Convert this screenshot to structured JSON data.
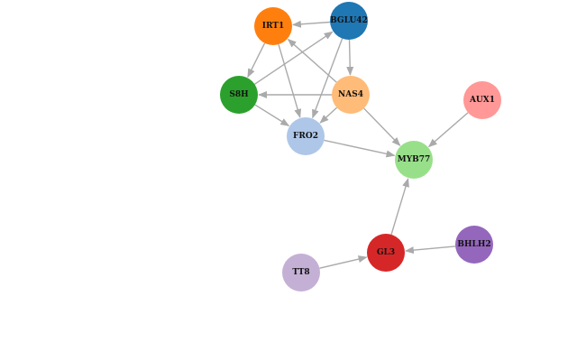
{
  "graph": {
    "nodes": [
      {
        "id": "IRT1",
        "label": "IRT1",
        "color": "#ff7f0e"
      },
      {
        "id": "BGLU42",
        "label": "BGLU42",
        "color": "#1f77b4"
      },
      {
        "id": "S8H",
        "label": "S8H",
        "color": "#2ca02c"
      },
      {
        "id": "NAS4",
        "label": "NAS4",
        "color": "#ffbb78"
      },
      {
        "id": "FRO2",
        "label": "FRO2",
        "color": "#aec7e8"
      },
      {
        "id": "AUX1",
        "label": "AUX1",
        "color": "#ff9896"
      },
      {
        "id": "MYB77",
        "label": "MYB77",
        "color": "#98df8a"
      },
      {
        "id": "GL3",
        "label": "GL3",
        "color": "#d62728"
      },
      {
        "id": "BHLH2",
        "label": "BHLH2",
        "color": "#9467bd"
      },
      {
        "id": "TT8",
        "label": "TT8",
        "color": "#c5b0d5"
      }
    ],
    "edges": [
      {
        "from": "BGLU42",
        "to": "IRT1"
      },
      {
        "from": "IRT1",
        "to": "S8H"
      },
      {
        "from": "IRT1",
        "to": "FRO2"
      },
      {
        "from": "S8H",
        "to": "BGLU42"
      },
      {
        "from": "BGLU42",
        "to": "NAS4"
      },
      {
        "from": "BGLU42",
        "to": "FRO2"
      },
      {
        "from": "NAS4",
        "to": "S8H"
      },
      {
        "from": "NAS4",
        "to": "IRT1"
      },
      {
        "from": "S8H",
        "to": "FRO2"
      },
      {
        "from": "NAS4",
        "to": "FRO2"
      },
      {
        "from": "NAS4",
        "to": "MYB77"
      },
      {
        "from": "FRO2",
        "to": "MYB77"
      },
      {
        "from": "AUX1",
        "to": "MYB77"
      },
      {
        "from": "GL3",
        "to": "MYB77"
      },
      {
        "from": "BHLH2",
        "to": "GL3"
      },
      {
        "from": "TT8",
        "to": "GL3"
      }
    ],
    "edge_color": "#aaaaaa"
  }
}
